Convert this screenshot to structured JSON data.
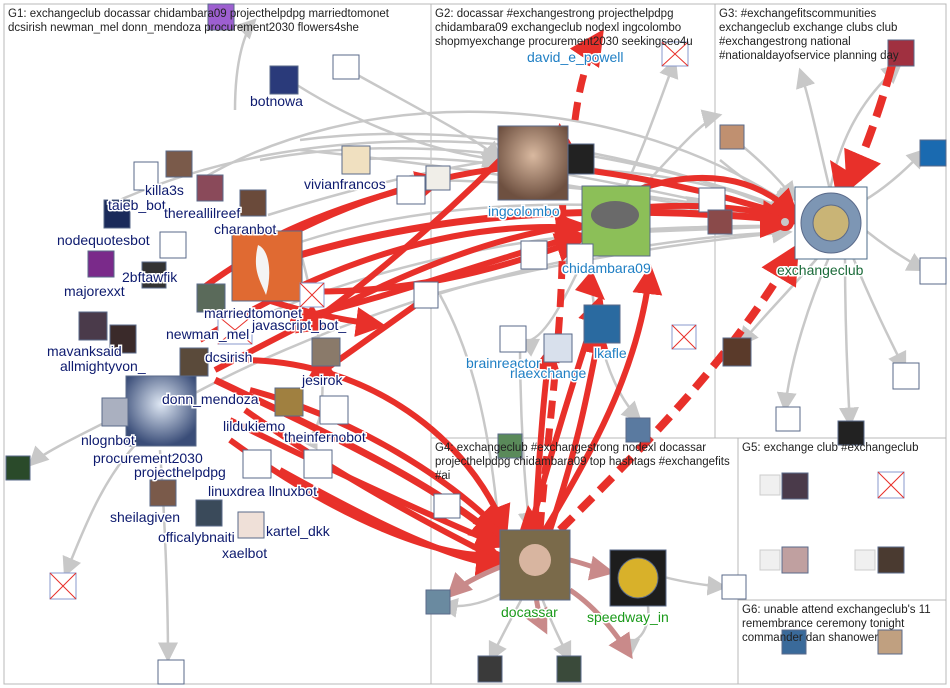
{
  "colors": {
    "g1_text": "#0d1a6e",
    "g2_text": "#1f7fc4",
    "g3_text": "#1b6b3a",
    "g4_text": "#1a9a1a",
    "edge_gray": "#c8c8c8",
    "edge_red": "#e8302a",
    "edge_pink": "#c98a8a",
    "hub_red": "#e8302a"
  },
  "groups": [
    {
      "id": "G1",
      "header": "G1: exchangeclub docassar chidambara09 projecthelpdpg marriedtomonet dcsirish newman_mel donn_mendoza procurement2030 flowers4she"
    },
    {
      "id": "G2",
      "header": "G2: docassar #exchangestrong projecthelpdpg chidambara09 exchangeclub nodexl ingcolombo shopmyexchange procurement2030 seekingseo4u"
    },
    {
      "id": "G3",
      "header": "G3: #exchangefitscommunities exchangeclub exchange clubs club #exchangestrong national #nationaldayofservice planning day"
    },
    {
      "id": "G4",
      "header": "G4: exchangeclub #exchangestrong nodexl docassar projecthelpdpg chidambara09 top hashtags #exchangefits #ai"
    },
    {
      "id": "G5",
      "header": "G5: exchange club #exchangeclub"
    },
    {
      "id": "G6",
      "header": "G6: unable attend exchangeclub's 11 remembrance ceremony tonight commander dan shanower"
    }
  ],
  "labels": {
    "botnowa": "botnowa",
    "killa3s": "killa3s",
    "taieb_bot": "taieb_bot",
    "thereallilreef": "thereallilreef",
    "charanbot": "charanbot",
    "vivianfrancos": "vivianfrancos",
    "nodequotesbot": "nodequotesbot",
    "2bftawfik": "2bftawfik",
    "majorexxt": "majorexxt",
    "marriedtomonet": "marriedtomonet",
    "javascript_bot": "javascript_bot_",
    "newman_mel": "newman_mel",
    "mavanksaid": "mavanksaid",
    "allmightyvon": "allmightyvon_",
    "dcsirish": "dcsirish",
    "jesirok": "jesirok",
    "donn_mendoza": "donn_mendoza",
    "lildukiemo": "lildukiemo",
    "theinfernobot": "theinfernobot",
    "nlognbot": "nlognbot",
    "procurement2030": "procurement2030",
    "projecthelpdpg": "projecthelpdpg",
    "linuxdreamlinuxbot": "linuxdrea  llnuxbot",
    "sheilagiven": "sheilagiven",
    "kartel_dkk": "kartel_dkk",
    "officalybnaiti": "officalybnaiti",
    "xaelbot": "xaelbot",
    "david_e_powell": "david_e_powell",
    "ingcolombo": "ingcolombo",
    "chidambara09": "chidambara09",
    "brainreactor": "brainreactor",
    "rlaexchange": "rlaexchange",
    "lkafle": "lkafle",
    "exchangeclub": "exchangeclub",
    "docassar": "docassar",
    "speedway_in": "speedway_in"
  }
}
